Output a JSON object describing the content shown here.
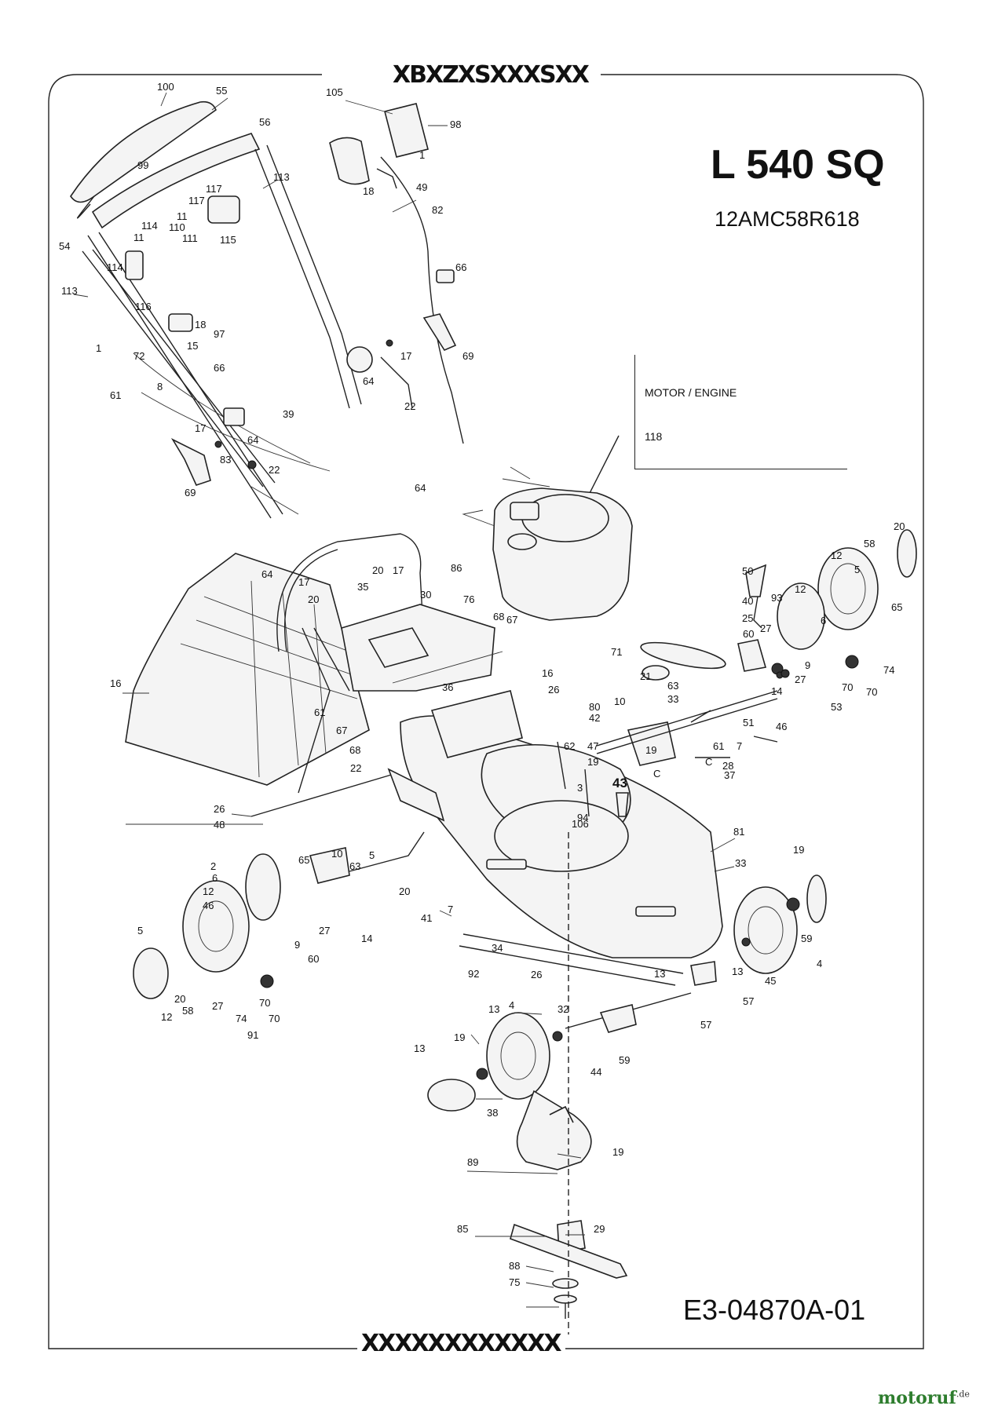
{
  "header_code": "XBXZXSXXXSXX",
  "footer_code": "XXXXXXXXXXXX",
  "title": "L 540 SQ",
  "model_number": "12AMC58R618",
  "legend": {
    "line1": "MOTOR / ENGINE",
    "line2": "118"
  },
  "drawing_number": "E3-04870A-01",
  "watermark": {
    "main": "motoruf",
    "suffix": ".de"
  },
  "callouts": [
    {
      "id": "c100",
      "t": "100"
    },
    {
      "id": "c55",
      "t": "55"
    },
    {
      "id": "c56",
      "t": "56"
    },
    {
      "id": "c99",
      "t": "99"
    },
    {
      "id": "c113a",
      "t": "113"
    },
    {
      "id": "c117a",
      "t": "117"
    },
    {
      "id": "c117b",
      "t": "117"
    },
    {
      "id": "c11a",
      "t": "11"
    },
    {
      "id": "c114a",
      "t": "114"
    },
    {
      "id": "c110",
      "t": "110"
    },
    {
      "id": "c11b",
      "t": "11"
    },
    {
      "id": "c111",
      "t": "111"
    },
    {
      "id": "c115",
      "t": "115"
    },
    {
      "id": "c54",
      "t": "54"
    },
    {
      "id": "c114b",
      "t": "114"
    },
    {
      "id": "c113b",
      "t": "113"
    },
    {
      "id": "c116",
      "t": "116"
    },
    {
      "id": "c18a",
      "t": "18"
    },
    {
      "id": "c97",
      "t": "97"
    },
    {
      "id": "c15",
      "t": "15"
    },
    {
      "id": "c1a",
      "t": "1"
    },
    {
      "id": "c72",
      "t": "72"
    },
    {
      "id": "c66a",
      "t": "66"
    },
    {
      "id": "c8",
      "t": "8"
    },
    {
      "id": "c61a",
      "t": "61"
    },
    {
      "id": "c39",
      "t": "39"
    },
    {
      "id": "c17a",
      "t": "17"
    },
    {
      "id": "c64a",
      "t": "64"
    },
    {
      "id": "c83",
      "t": "83"
    },
    {
      "id": "c22a",
      "t": "22"
    },
    {
      "id": "c69a",
      "t": "69"
    },
    {
      "id": "c105",
      "t": "105"
    },
    {
      "id": "c98",
      "t": "98"
    },
    {
      "id": "c1b",
      "t": "1"
    },
    {
      "id": "c18b",
      "t": "18"
    },
    {
      "id": "c49",
      "t": "49"
    },
    {
      "id": "c82",
      "t": "82"
    },
    {
      "id": "c66b",
      "t": "66"
    },
    {
      "id": "c17b",
      "t": "17"
    },
    {
      "id": "c69b",
      "t": "69"
    },
    {
      "id": "c64b",
      "t": "64"
    },
    {
      "id": "c22b",
      "t": "22"
    },
    {
      "id": "c64c",
      "t": "64"
    },
    {
      "id": "c20a",
      "t": "20"
    },
    {
      "id": "c17c",
      "t": "17"
    },
    {
      "id": "c86",
      "t": "86"
    },
    {
      "id": "c64d",
      "t": "64"
    },
    {
      "id": "c17d",
      "t": "17"
    },
    {
      "id": "c20b",
      "t": "20"
    },
    {
      "id": "c35",
      "t": "35"
    },
    {
      "id": "c30",
      "t": "30"
    },
    {
      "id": "c76",
      "t": "76"
    },
    {
      "id": "c67a",
      "t": "67"
    },
    {
      "id": "c68a",
      "t": "68"
    },
    {
      "id": "c16a",
      "t": "16"
    },
    {
      "id": "c36",
      "t": "36"
    },
    {
      "id": "c16b",
      "t": "16"
    },
    {
      "id": "c26a",
      "t": "26"
    },
    {
      "id": "c80",
      "t": "80"
    },
    {
      "id": "c61b",
      "t": "61"
    },
    {
      "id": "c67b",
      "t": "67"
    },
    {
      "id": "c68b",
      "t": "68"
    },
    {
      "id": "c22c",
      "t": "22"
    },
    {
      "id": "c42",
      "t": "42"
    },
    {
      "id": "c47",
      "t": "47"
    },
    {
      "id": "c62",
      "t": "62"
    },
    {
      "id": "c19a",
      "t": "19"
    },
    {
      "id": "c3",
      "t": "3"
    },
    {
      "id": "c94",
      "t": "94"
    },
    {
      "id": "c106",
      "t": "106"
    },
    {
      "id": "c43",
      "t": "43"
    },
    {
      "id": "c26b",
      "t": "26"
    },
    {
      "id": "c48",
      "t": "48"
    },
    {
      "id": "c50",
      "t": "50"
    },
    {
      "id": "c40",
      "t": "40"
    },
    {
      "id": "c25",
      "t": "25"
    },
    {
      "id": "c60a",
      "t": "60"
    },
    {
      "id": "c20c",
      "t": "20"
    },
    {
      "id": "c58a",
      "t": "58"
    },
    {
      "id": "c12a",
      "t": "12"
    },
    {
      "id": "c5a",
      "t": "5"
    },
    {
      "id": "c65a",
      "t": "65"
    },
    {
      "id": "c93",
      "t": "93"
    },
    {
      "id": "c12b",
      "t": "12"
    },
    {
      "id": "c6a",
      "t": "6"
    },
    {
      "id": "c27a",
      "t": "27"
    },
    {
      "id": "c9a",
      "t": "9"
    },
    {
      "id": "c27b",
      "t": "27"
    },
    {
      "id": "c74a",
      "t": "74"
    },
    {
      "id": "c70a",
      "t": "70"
    },
    {
      "id": "c70b",
      "t": "70"
    },
    {
      "id": "c53",
      "t": "53"
    },
    {
      "id": "c71",
      "t": "71"
    },
    {
      "id": "c21",
      "t": "21"
    },
    {
      "id": "c10a",
      "t": "10"
    },
    {
      "id": "c63a",
      "t": "63"
    },
    {
      "id": "c33a",
      "t": "33"
    },
    {
      "id": "c51",
      "t": "51"
    },
    {
      "id": "c14a",
      "t": "14"
    },
    {
      "id": "c46a",
      "t": "46"
    },
    {
      "id": "c61c",
      "t": "61"
    },
    {
      "id": "c7a",
      "t": "7"
    },
    {
      "id": "cCa",
      "t": "C"
    },
    {
      "id": "c37",
      "t": "37"
    },
    {
      "id": "c19b",
      "t": "19"
    },
    {
      "id": "cCb",
      "t": "C"
    },
    {
      "id": "c28",
      "t": "28"
    },
    {
      "id": "c81",
      "t": "81"
    },
    {
      "id": "c33b",
      "t": "33"
    },
    {
      "id": "c10b",
      "t": "10"
    },
    {
      "id": "c63b",
      "t": "63"
    },
    {
      "id": "c5b",
      "t": "5"
    },
    {
      "id": "c2",
      "t": "2"
    },
    {
      "id": "c6b",
      "t": "6"
    },
    {
      "id": "c65b",
      "t": "65"
    },
    {
      "id": "c12c",
      "t": "12"
    },
    {
      "id": "c46b",
      "t": "46"
    },
    {
      "id": "c20d",
      "t": "20"
    },
    {
      "id": "c7b",
      "t": "7"
    },
    {
      "id": "c41",
      "t": "41"
    },
    {
      "id": "c14b",
      "t": "14"
    },
    {
      "id": "c27c",
      "t": "27"
    },
    {
      "id": "c9b",
      "t": "9"
    },
    {
      "id": "c60b",
      "t": "60"
    },
    {
      "id": "c5c",
      "t": "5"
    },
    {
      "id": "c20e",
      "t": "20"
    },
    {
      "id": "c12d",
      "t": "12"
    },
    {
      "id": "c58b",
      "t": "58"
    },
    {
      "id": "c27d",
      "t": "27"
    },
    {
      "id": "c74b",
      "t": "74"
    },
    {
      "id": "c70c",
      "t": "70"
    },
    {
      "id": "c70d",
      "t": "70"
    },
    {
      "id": "c91",
      "t": "91"
    },
    {
      "id": "c34",
      "t": "34"
    },
    {
      "id": "c92",
      "t": "92"
    },
    {
      "id": "c26c",
      "t": "26"
    },
    {
      "id": "c13a",
      "t": "13"
    },
    {
      "id": "c19c",
      "t": "19"
    },
    {
      "id": "c59a",
      "t": "59"
    },
    {
      "id": "c4a",
      "t": "4"
    },
    {
      "id": "c13b",
      "t": "13"
    },
    {
      "id": "c57a",
      "t": "57"
    },
    {
      "id": "c45",
      "t": "45"
    },
    {
      "id": "c57b",
      "t": "57"
    },
    {
      "id": "c13c",
      "t": "13"
    },
    {
      "id": "c4b",
      "t": "4"
    },
    {
      "id": "c32",
      "t": "32"
    },
    {
      "id": "c44",
      "t": "44"
    },
    {
      "id": "c59b",
      "t": "59"
    },
    {
      "id": "c13d",
      "t": "13"
    },
    {
      "id": "c19d",
      "t": "19"
    },
    {
      "id": "c38",
      "t": "38"
    },
    {
      "id": "c19e",
      "t": "19"
    },
    {
      "id": "c89",
      "t": "89"
    },
    {
      "id": "c29",
      "t": "29"
    },
    {
      "id": "c85",
      "t": "85"
    },
    {
      "id": "c88",
      "t": "88"
    },
    {
      "id": "c75",
      "t": "75"
    }
  ]
}
